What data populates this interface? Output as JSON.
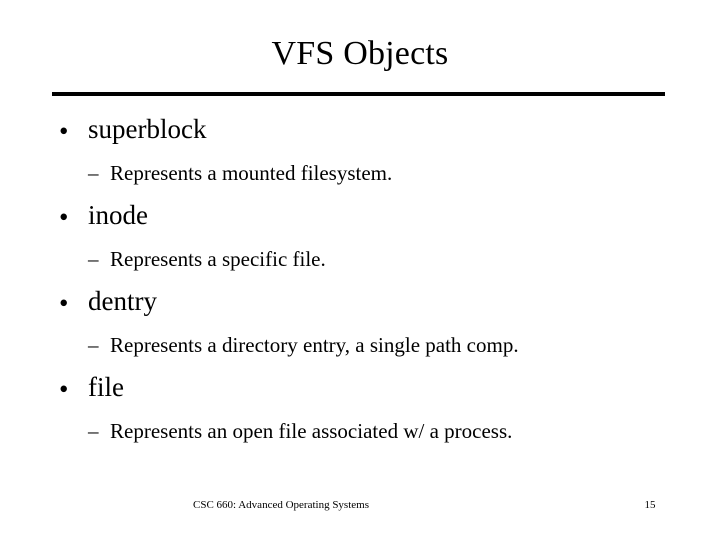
{
  "slide": {
    "title": "VFS Objects",
    "bullets": [
      {
        "marker": "•",
        "label": "superblock",
        "sub_marker": "–",
        "sub_label": "Represents a mounted filesystem."
      },
      {
        "marker": "•",
        "label": "inode",
        "sub_marker": "–",
        "sub_label": "Represents a specific file."
      },
      {
        "marker": "•",
        "label": "dentry",
        "sub_marker": "–",
        "sub_label": "Represents a directory entry, a single path comp."
      },
      {
        "marker": "•",
        "label": "file",
        "sub_marker": "–",
        "sub_label": "Represents an open file associated w/ a process."
      }
    ],
    "footer": {
      "course": "CSC 660: Advanced Operating Systems",
      "page_number": "15"
    },
    "colors": {
      "background": "#ffffff",
      "text": "#000000",
      "rule": "#000000"
    }
  }
}
